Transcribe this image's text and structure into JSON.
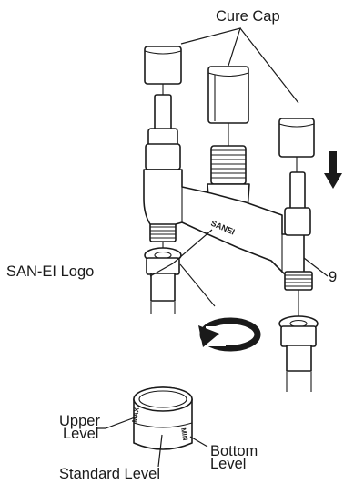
{
  "labels": {
    "cure_cap": "Cure Cap",
    "san_ei_logo": "SAN-EI Logo",
    "part_number": "9",
    "upper_level_line1": "Upper",
    "upper_level_line2": "Level",
    "bottom_level_line1": "Bottom",
    "bottom_level_line2": "Level",
    "standard_level": "Standard Level"
  },
  "engravings": {
    "body_logo": "SANEI",
    "cap_max": "MAX",
    "cap_min": "MIN"
  },
  "icons": [
    "down-arrow-icon",
    "rotate-arrow-icon"
  ]
}
